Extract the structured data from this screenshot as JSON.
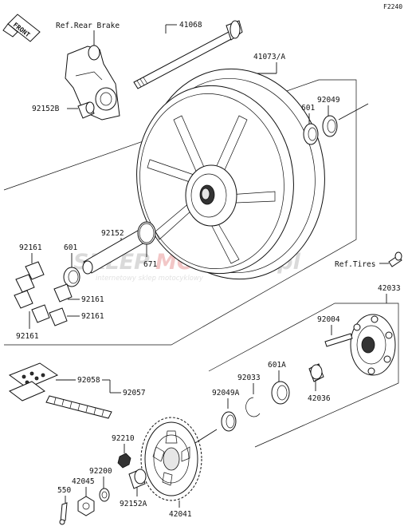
{
  "diagram_code": "F2240",
  "front_badge": "FRONT",
  "refs": {
    "rear_brake": "Ref.Rear Brake",
    "tires": "Ref.Tires"
  },
  "watermark": {
    "brand_left": "SKLEP",
    "brand_right": "MOTO",
    "brand_tail": ".pl",
    "tagline": "internetowy sklep motocyklowy"
  },
  "labels": {
    "axle": "41068",
    "wheel": "41073/A",
    "collar_brake": "92152B",
    "bearing_601": "601",
    "seal_92049": "92049",
    "collar_92152": "92152",
    "bearing_601_left": "601",
    "damper_92161_top": "92161",
    "damper_92161_mid": "92161",
    "damper_92161_low": "92161",
    "damper_92161_bottom": "92161",
    "oring_671": "671",
    "coupling": "42033",
    "stud": "92004",
    "circlip": "92033",
    "bearing_601a": "601A",
    "seal_92049a": "92049A",
    "collar_42036": "42036",
    "chain_link": "92058",
    "chain": "92057",
    "nut_92210": "92210",
    "washer_92200": "92200",
    "nut_42045": "42045",
    "pin_550": "550",
    "collar_92152a": "92152A",
    "sprocket": "42041"
  }
}
